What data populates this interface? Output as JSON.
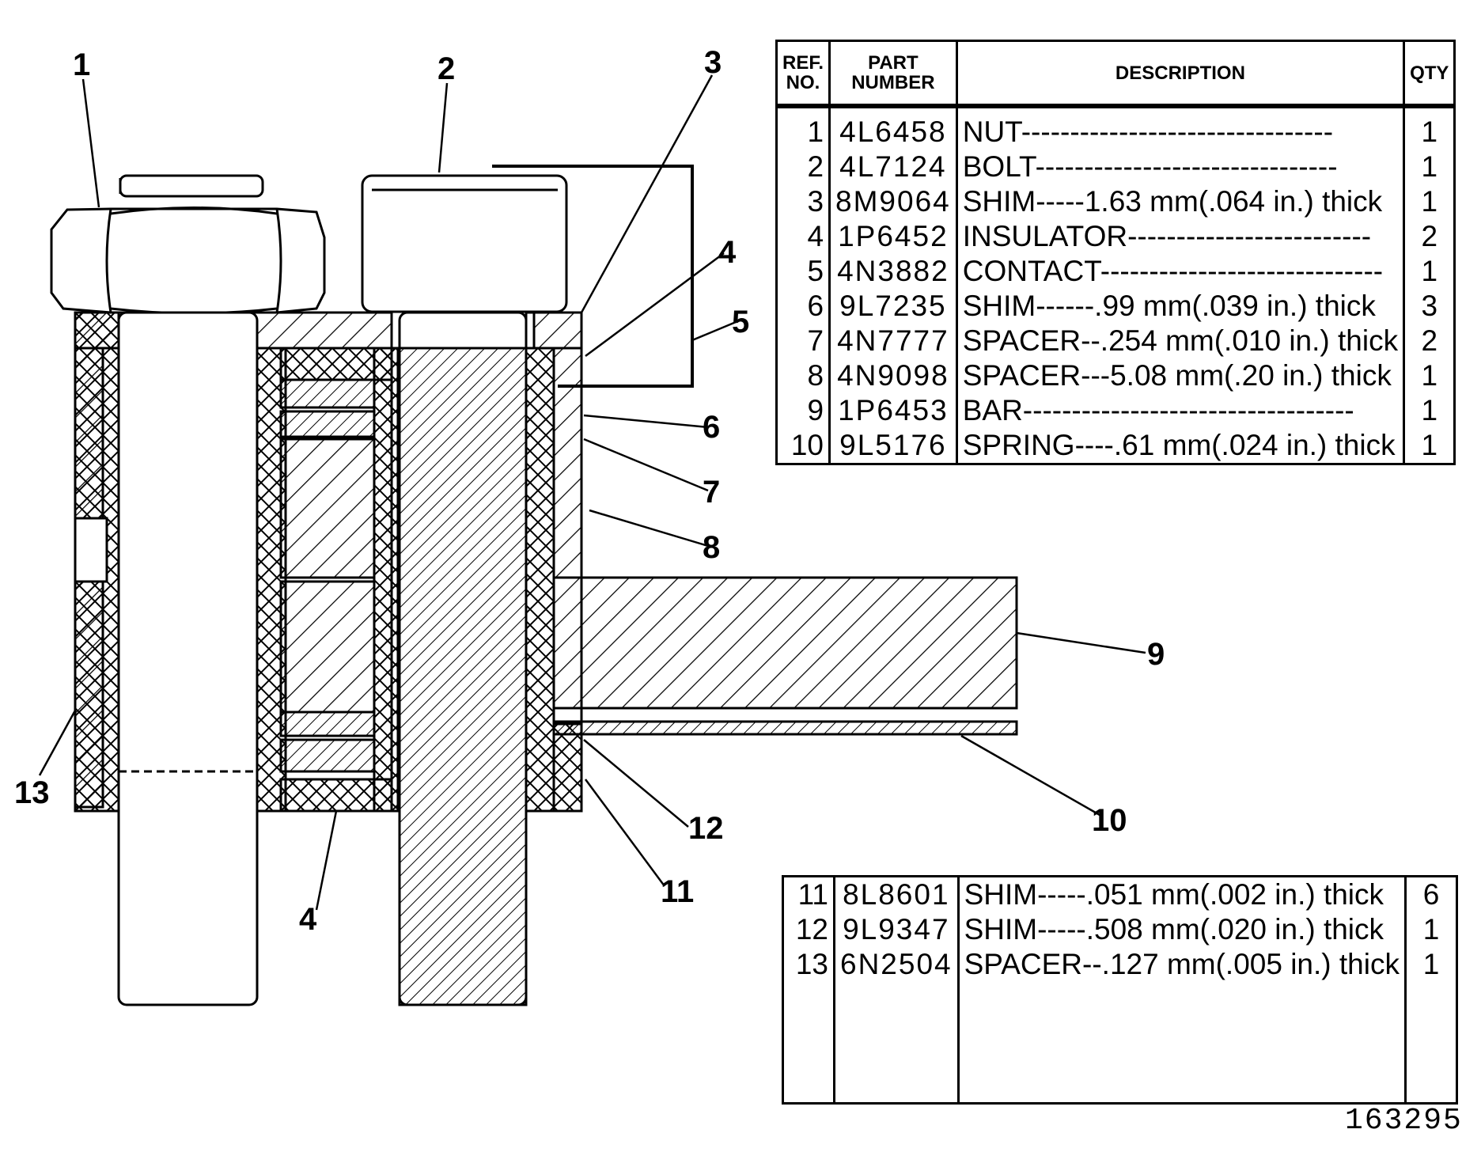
{
  "callouts": [
    "1",
    "2",
    "3",
    "4",
    "5",
    "6",
    "7",
    "8",
    "9",
    "10",
    "11",
    "12",
    "13",
    "4"
  ],
  "table_top": {
    "headers": {
      "ref_line1": "REF.",
      "ref_line2": "NO.",
      "part_line1": "PART",
      "part_line2": "NUMBER",
      "description": "DESCRIPTION",
      "qty": "QTY"
    },
    "rows": [
      {
        "ref": "1",
        "part": "4L6458",
        "description": "NUT--------------------------------",
        "qty": "1"
      },
      {
        "ref": "2",
        "part": "4L7124",
        "description": "BOLT-------------------------------",
        "qty": "1"
      },
      {
        "ref": "3",
        "part": "8M9064",
        "description": "SHIM-----1.63 mm(.064 in.) thick",
        "qty": "1"
      },
      {
        "ref": "4",
        "part": "1P6452",
        "description": "INSULATOR-------------------------",
        "qty": "2"
      },
      {
        "ref": "5",
        "part": "4N3882",
        "description": "CONTACT-----------------------------",
        "qty": "1"
      },
      {
        "ref": "6",
        "part": "9L7235",
        "description": "SHIM------.99 mm(.039 in.) thick",
        "qty": "3"
      },
      {
        "ref": "7",
        "part": "4N7777",
        "description": "SPACER--.254 mm(.010 in.) thick",
        "qty": "2"
      },
      {
        "ref": "8",
        "part": "4N9098",
        "description": "SPACER---5.08 mm(.20 in.) thick",
        "qty": "1"
      },
      {
        "ref": "9",
        "part": "1P6453",
        "description": "BAR----------------------------------",
        "qty": "1"
      },
      {
        "ref": "10",
        "part": "9L5176",
        "description": "SPRING----.61 mm(.024 in.) thick",
        "qty": "1"
      }
    ]
  },
  "table_bottom": {
    "rows": [
      {
        "ref": "11",
        "part": "8L8601",
        "description": "SHIM-----.051 mm(.002 in.) thick",
        "qty": "6"
      },
      {
        "ref": "12",
        "part": "9L9347",
        "description": "SHIM-----.508 mm(.020 in.) thick",
        "qty": "1"
      },
      {
        "ref": "13",
        "part": "6N2504",
        "description": "SPACER--.127 mm(.005 in.) thick",
        "qty": "1"
      }
    ]
  },
  "drawing_number": "163295"
}
